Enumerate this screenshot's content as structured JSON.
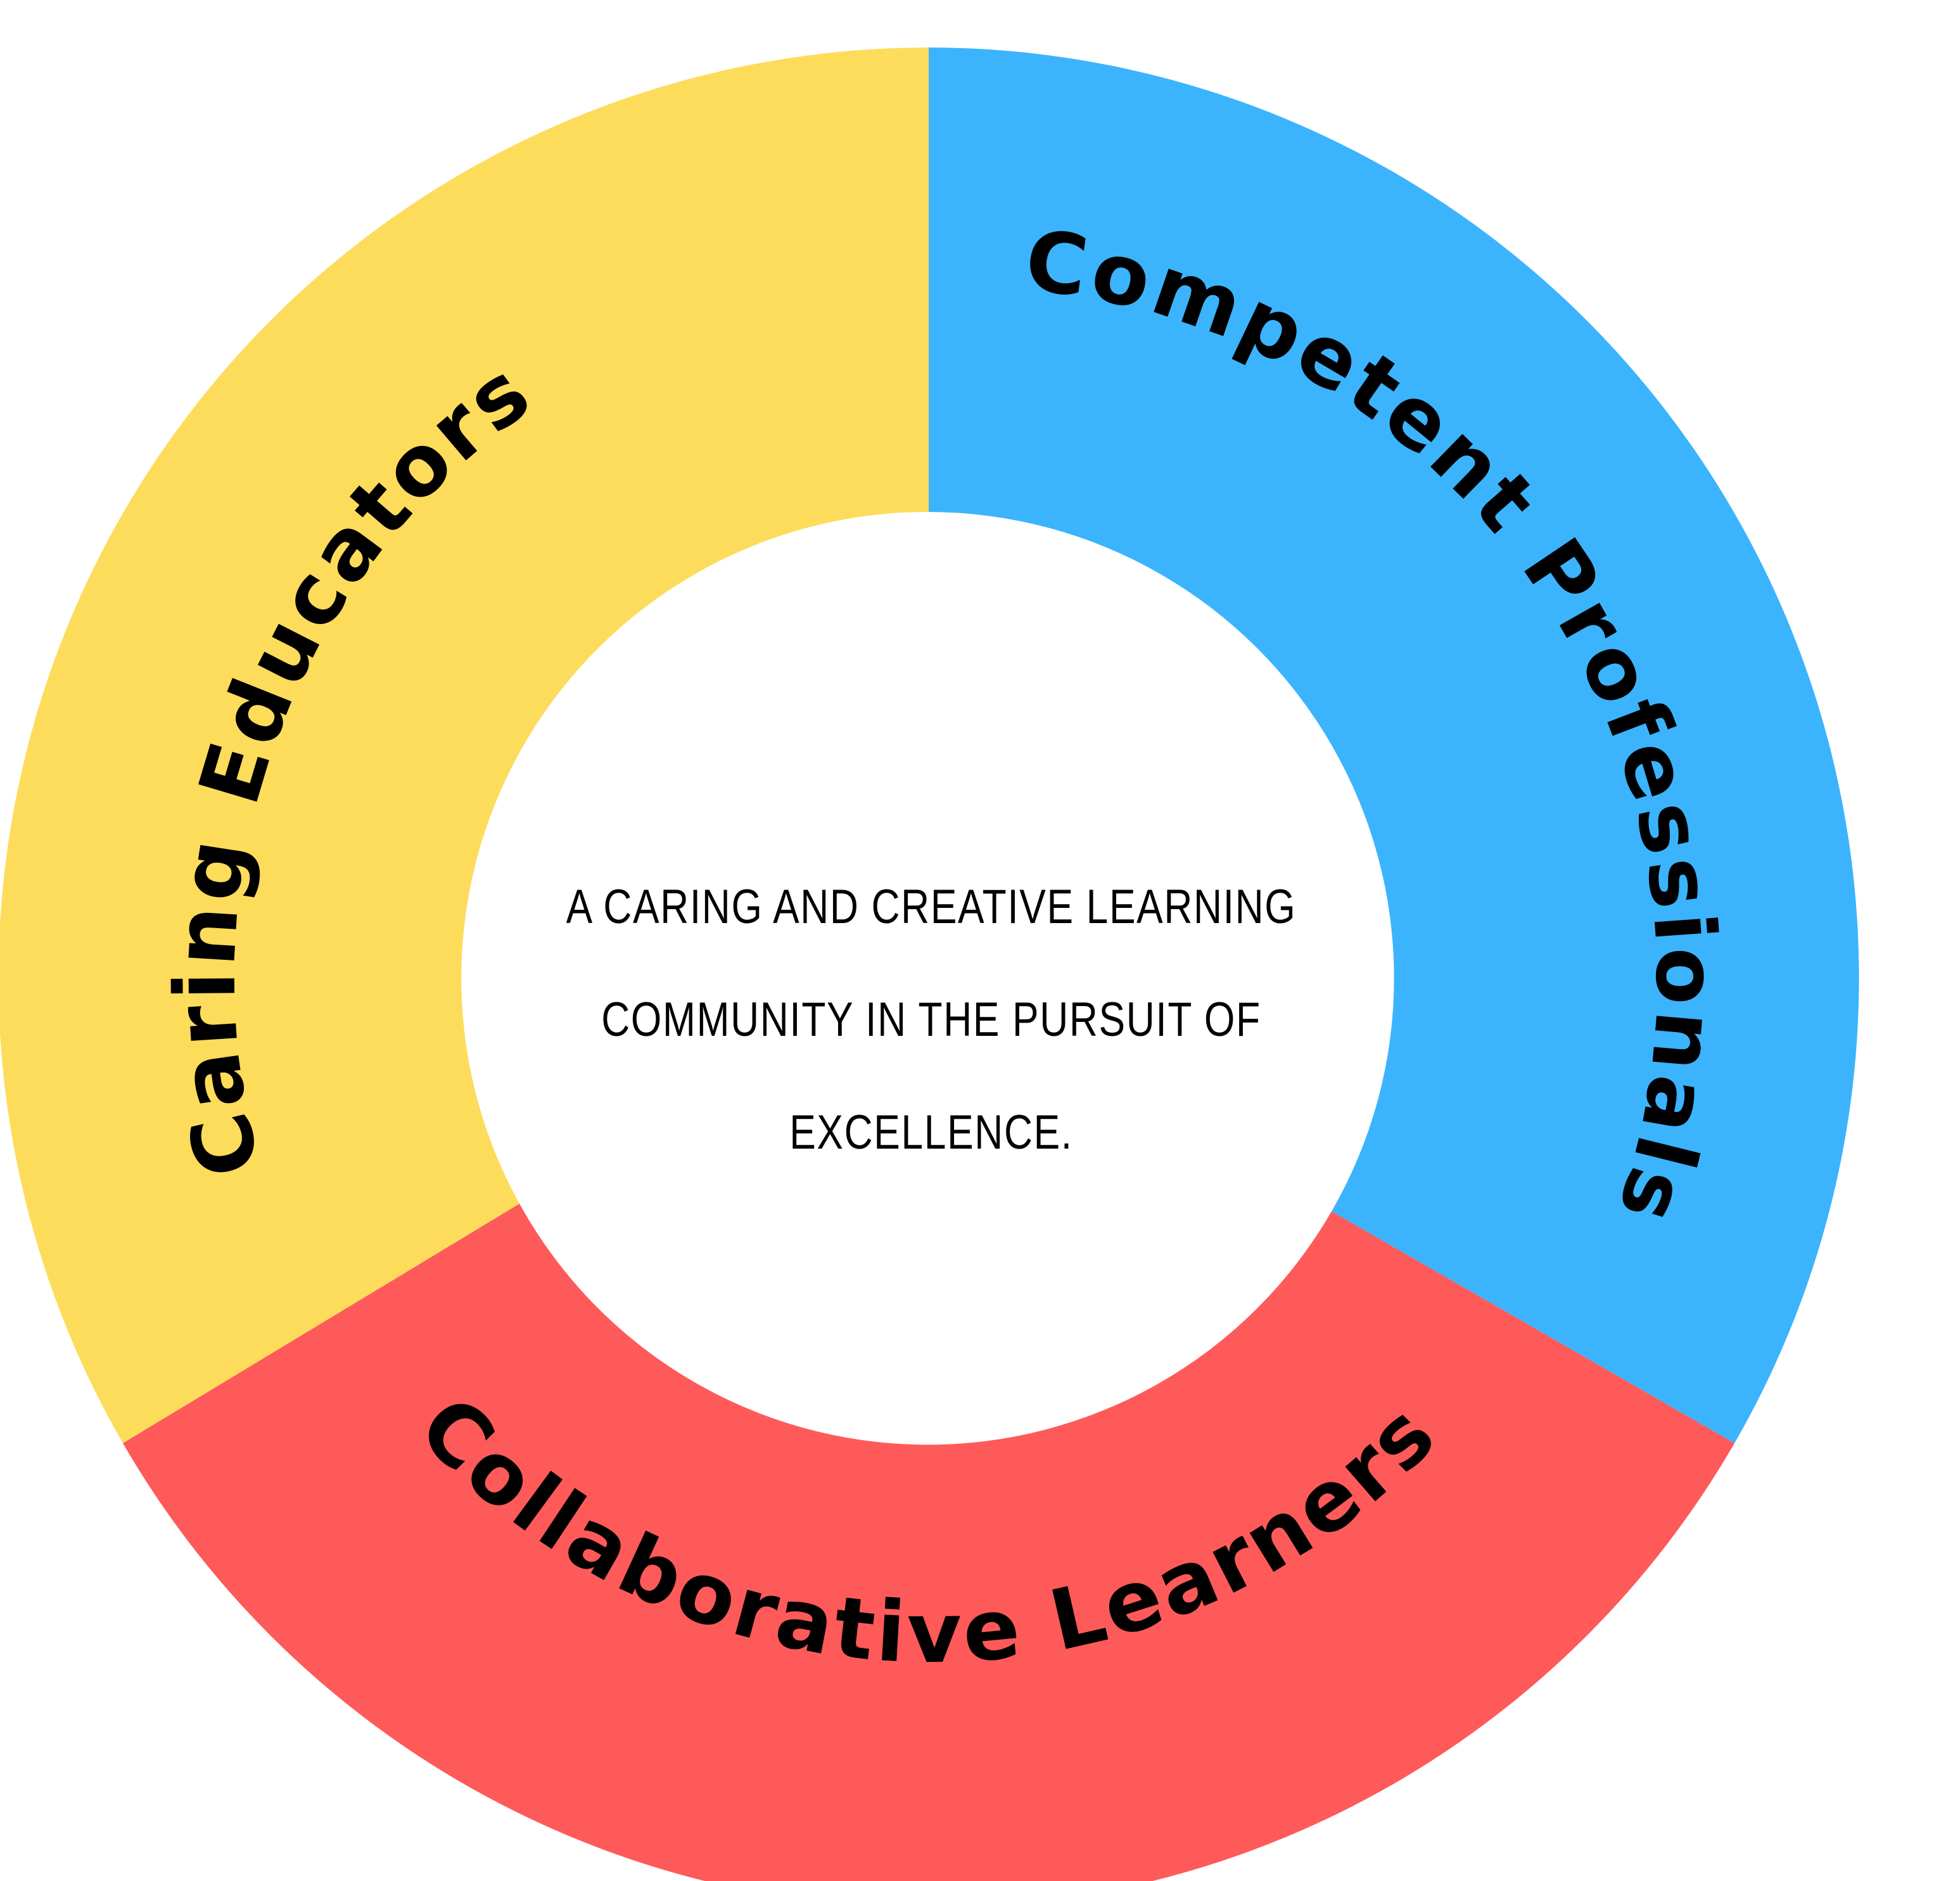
{
  "colors": {
    "caring": "#FDDC5C",
    "competent": "#3BB4FD",
    "collaborative": "#FE5A59",
    "center": "#FFFFFF",
    "text": "#000000"
  },
  "segments": {
    "caring": {
      "label": "Caring Educators"
    },
    "competent": {
      "label": "Competent Professionals"
    },
    "collaborative": {
      "label": "Collaborative Learners"
    }
  },
  "center": {
    "lines": [
      "A CARING AND CREATIVE LEARNING",
      "COMMUNITY IN THE PURSUIT OF",
      "EXCELLENCE."
    ]
  }
}
